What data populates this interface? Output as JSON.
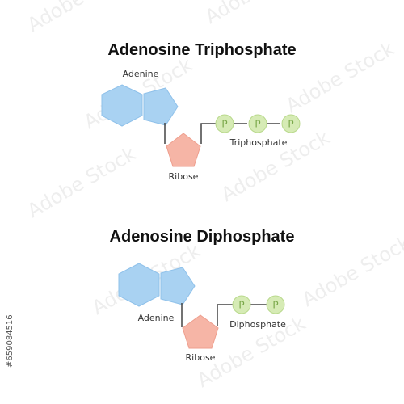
{
  "colors": {
    "adenine_fill": "#a9d2f2",
    "adenine_stroke": "#8fc1ea",
    "ribose_fill": "#f6b5a6",
    "ribose_stroke": "#ee9e8d",
    "phosphate_fill": "#d6ebb5",
    "phosphate_stroke": "#b9d98c",
    "phosphate_text": "#7aa84a",
    "bond": "#444444",
    "title": "#111111",
    "label": "#333333"
  },
  "atp": {
    "title": "Adenosine Triphosphate",
    "adenine_label": "Adenine",
    "ribose_label": "Ribose",
    "phosphate_group_label": "Triphosphate",
    "phosphates": [
      "P",
      "P",
      "P"
    ]
  },
  "adp": {
    "title": "Adenosine Diphosphate",
    "adenine_label": "Adenine",
    "ribose_label": "Ribose",
    "phosphate_group_label": "Diphosphate",
    "phosphates": [
      "P",
      "P"
    ]
  },
  "watermark": {
    "text": "Adobe Stock",
    "stock_id": "#659084516"
  }
}
